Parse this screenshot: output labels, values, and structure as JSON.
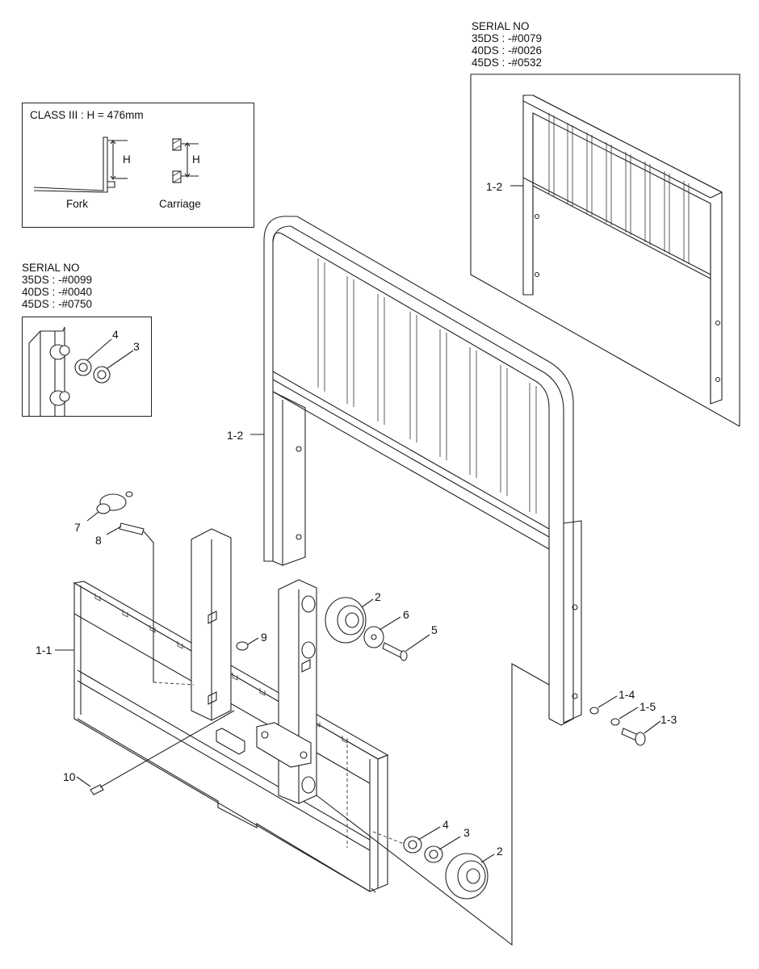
{
  "serial_top_right": {
    "title": "SERIAL NO",
    "lines": [
      "35DS : -#0079",
      "40DS : -#0026",
      "45DS : -#0532"
    ]
  },
  "serial_left": {
    "title": "SERIAL NO",
    "lines": [
      "35DS : -#0099",
      "40DS : -#0040",
      "45DS : -#0750"
    ]
  },
  "class_box": {
    "title": "CLASS III : H = 476mm",
    "fork_label": "Fork",
    "carriage_label": "Carriage",
    "h_label": "H"
  },
  "callouts": {
    "backrest_inset": "1-2",
    "backrest_main": "1-2",
    "carriage": "1-1",
    "inset_washer_4": "4",
    "inset_washer_3": "3",
    "roller_upper": "2",
    "washer_6": "6",
    "bolt_5": "5",
    "part_7": "7",
    "part_8": "8",
    "nut_9": "9",
    "bolt_10": "10",
    "washer_1_4": "1-4",
    "washer_1_5": "1-5",
    "bolt_1_3": "1-3",
    "washer_4_lower": "4",
    "washer_3_lower": "3",
    "roller_lower": "2"
  }
}
